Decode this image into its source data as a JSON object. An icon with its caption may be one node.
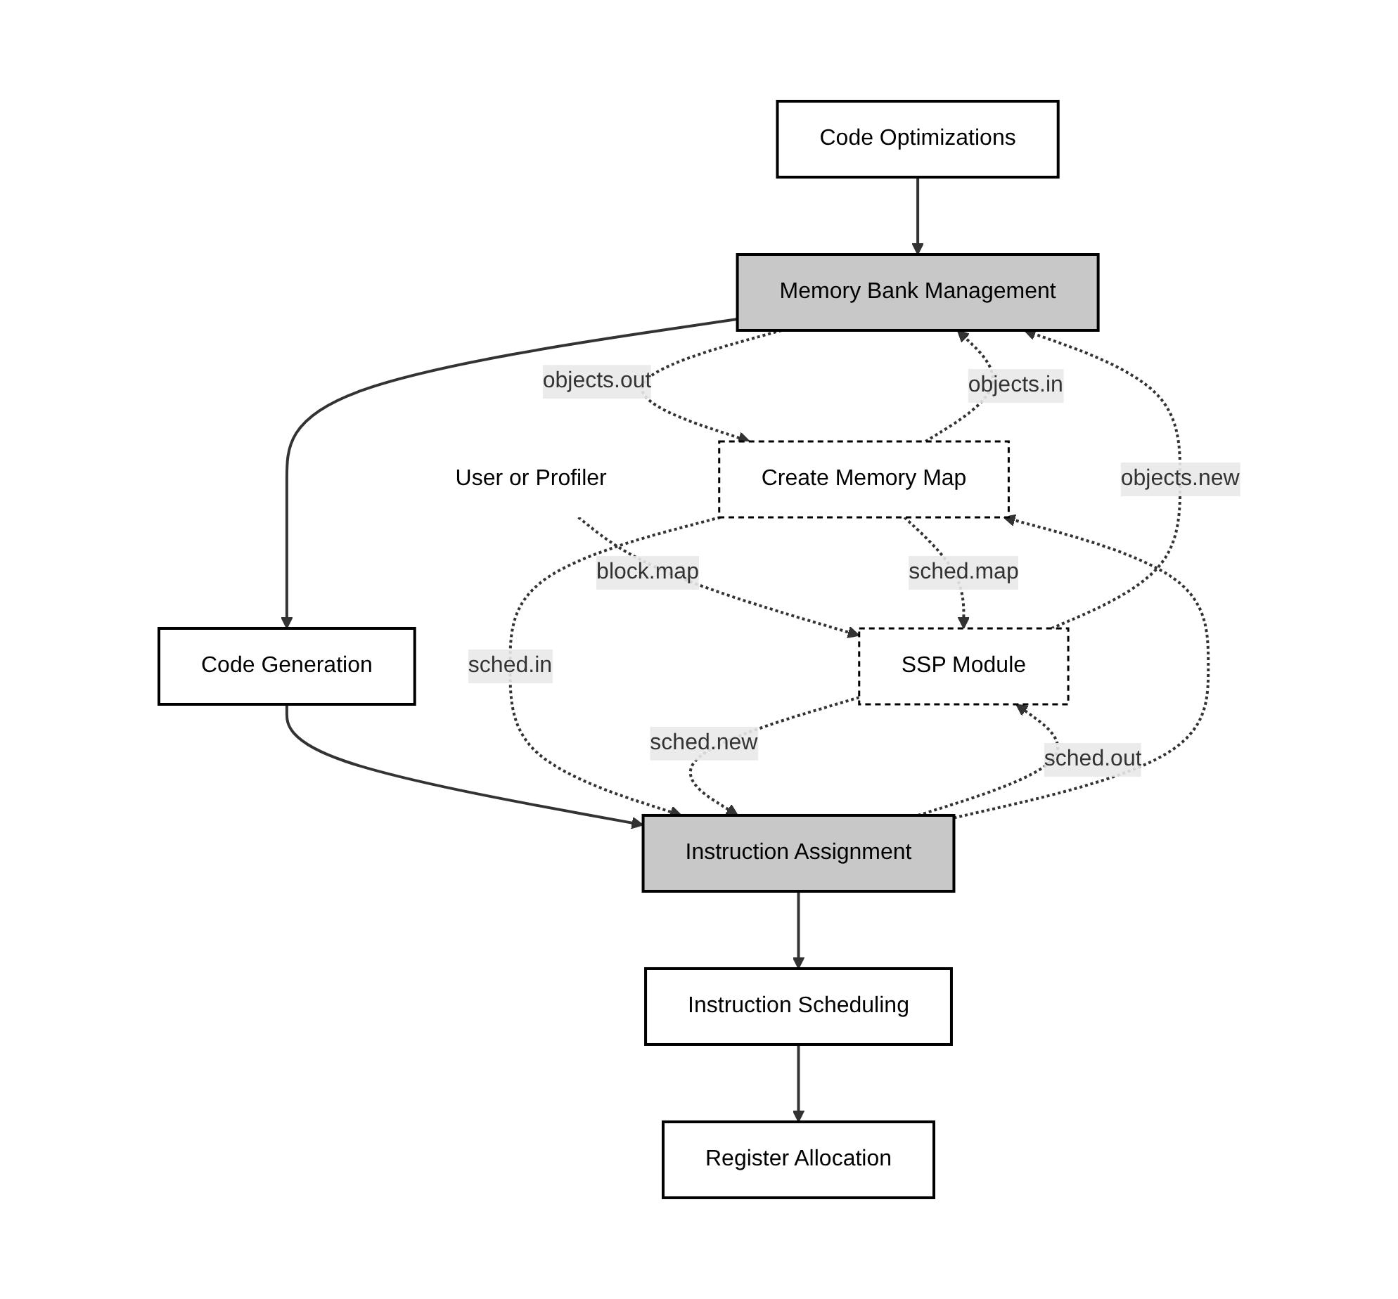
{
  "diagram": {
    "nodes": [
      {
        "text": [
          "Code Optimizations"
        ]
      },
      {
        "text": [
          "Memory Bank Management"
        ]
      },
      {
        "text": [
          "Create Memory Map"
        ]
      },
      {
        "text": [
          "User or Profiler"
        ]
      },
      {
        "text": [
          "Code Generation"
        ]
      },
      {
        "text": [
          "SSP Module"
        ]
      },
      {
        "text": [
          "Instruction Assignment"
        ]
      },
      {
        "text": [
          "Instruction Scheduling"
        ]
      },
      {
        "text": [
          "Register Allocation"
        ]
      }
    ],
    "edges": [
      {
        "from": 0,
        "to": 1,
        "arrow": "to"
      },
      {
        "from": 1,
        "to": 2,
        "arrow": "to",
        "label": "objects.out",
        "style": "dashed"
      },
      {
        "from": 2,
        "to": 1,
        "arrow": "to",
        "label": "objects.in",
        "style": "dashed"
      },
      {
        "from": 1,
        "to": 4,
        "arrow": "to"
      },
      {
        "from": 3,
        "to": 5,
        "arrow": "to",
        "label": "block.map",
        "style": "dashed"
      },
      {
        "from": 2,
        "to": 5,
        "arrow": "to",
        "label": "sched.map",
        "style": "dashed"
      },
      {
        "from": 5,
        "to": 1,
        "arrow": "to",
        "label": "objects.new",
        "style": "dashed"
      },
      {
        "from": 4,
        "to": 6,
        "arrow": "to"
      },
      {
        "from": 6,
        "to": 5,
        "arrow": "to",
        "label": "sched.out",
        "style": "dashed"
      },
      {
        "from": 6,
        "to": 2,
        "arrow": "to",
        "style": "dashed"
      },
      {
        "from": 2,
        "to": 6,
        "arrow": "to",
        "label": "sched.in",
        "style": "dashed"
      },
      {
        "from": 5,
        "to": 6,
        "arrow": "to",
        "label": "sched.new",
        "style": "dashed"
      },
      {
        "from": 6,
        "to": 7,
        "arrow": "to"
      },
      {
        "from": 7,
        "to": 8,
        "arrow": "to"
      }
    ]
  }
}
